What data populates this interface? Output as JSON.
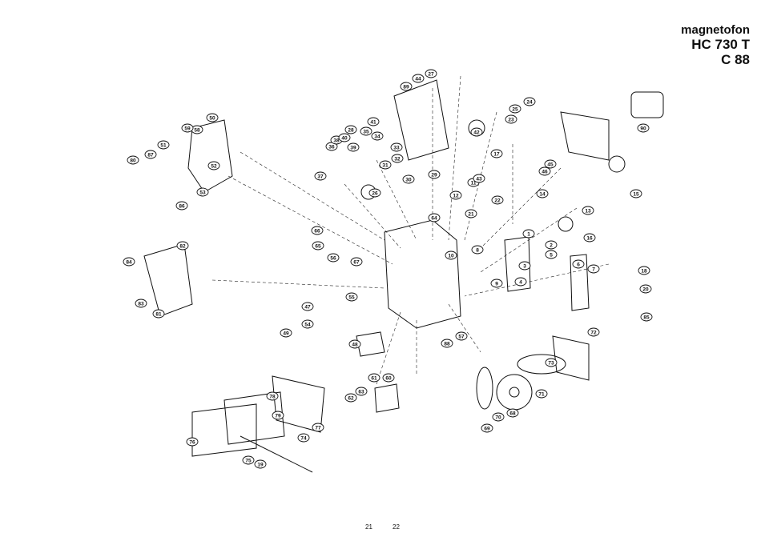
{
  "header": {
    "brand": "magnetofon",
    "model": "HC 730 T",
    "variant": "C 88"
  },
  "page_numbers": {
    "left": "21",
    "right": "22"
  },
  "callouts": [
    "1",
    "2",
    "3",
    "4",
    "5",
    "6",
    "7",
    "8",
    "9",
    "10",
    "11",
    "12",
    "13",
    "14",
    "15",
    "16",
    "17",
    "18",
    "19",
    "20",
    "21",
    "22",
    "23",
    "24",
    "25",
    "26",
    "27",
    "28",
    "29",
    "30",
    "31",
    "32",
    "33",
    "34",
    "35",
    "36",
    "37",
    "38",
    "39",
    "40",
    "41",
    "42",
    "43",
    "44",
    "45",
    "46",
    "47",
    "48",
    "49",
    "50",
    "51",
    "52",
    "53",
    "54",
    "55",
    "56",
    "57",
    "58",
    "59",
    "60",
    "61",
    "62",
    "63",
    "64",
    "65",
    "66",
    "67",
    "68",
    "69",
    "70",
    "71",
    "72",
    "73",
    "74",
    "75",
    "76",
    "77",
    "78",
    "79",
    "80",
    "81",
    "82",
    "83",
    "84",
    "85",
    "86",
    "87",
    "88",
    "89",
    "90"
  ]
}
